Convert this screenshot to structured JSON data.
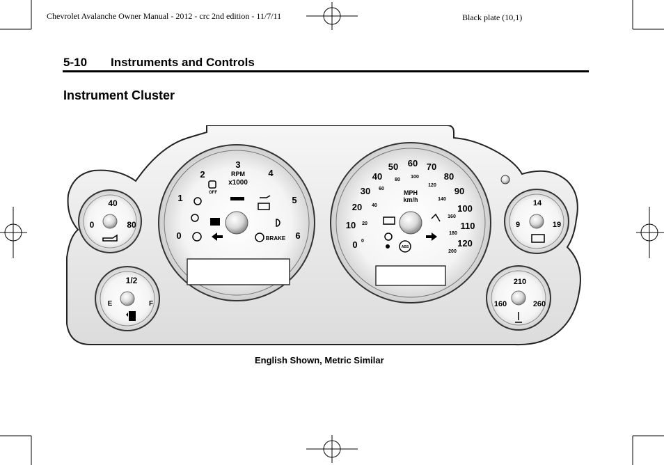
{
  "header": {
    "left": "Chevrolet Avalanche Owner Manual - 2012 - crc 2nd edition - 11/7/11",
    "right": "Black plate (10,1)"
  },
  "section": {
    "number": "5-10",
    "title": "Instruments and Controls"
  },
  "page_title": "Instrument Cluster",
  "caption": "English Shown, Metric Similar",
  "cluster": {
    "oil_gauge": {
      "labels": [
        "0",
        "40",
        "80"
      ]
    },
    "fuel_gauge": {
      "labels": [
        "1/2",
        "E",
        "F"
      ]
    },
    "tach": {
      "labels": [
        "0",
        "1",
        "2",
        "3",
        "4",
        "5",
        "6"
      ],
      "unit1": "RPM",
      "unit2": "x1000",
      "brake_label": "BRAKE",
      "off_label": "OFF"
    },
    "speedo": {
      "mph": [
        "0",
        "10",
        "20",
        "30",
        "40",
        "50",
        "60",
        "70",
        "80",
        "90",
        "100",
        "110",
        "120"
      ],
      "kmh": [
        "0",
        "20",
        "40",
        "60",
        "80",
        "100",
        "120",
        "140",
        "160",
        "180",
        "200"
      ],
      "unit1": "MPH",
      "unit2": "km/h",
      "abs_label": "ABS"
    },
    "volt_gauge": {
      "labels": [
        "9",
        "14",
        "19"
      ]
    },
    "temp_gauge": {
      "labels": [
        "160",
        "210",
        "260"
      ]
    }
  }
}
